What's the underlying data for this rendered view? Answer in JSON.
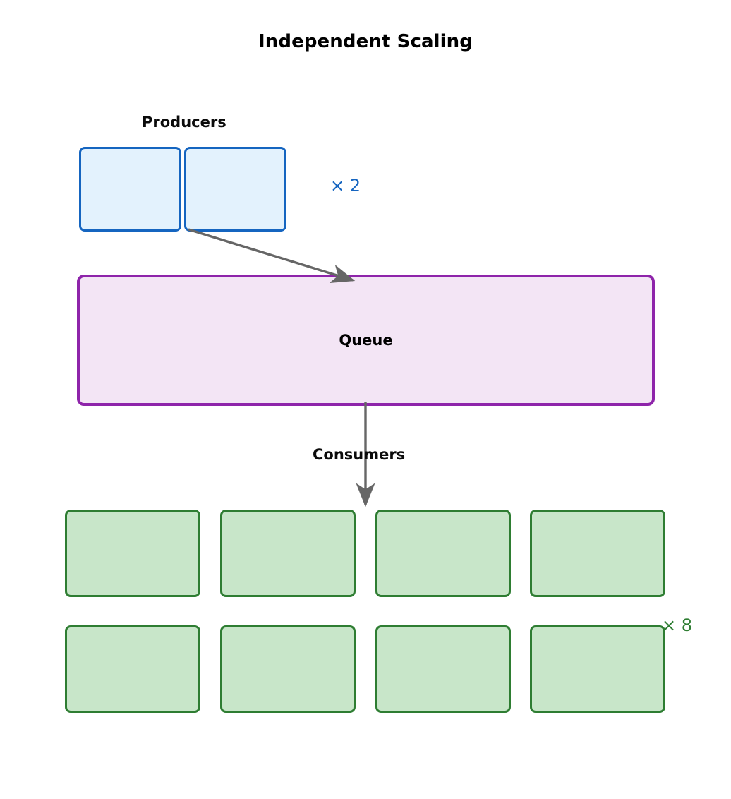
{
  "diagram": {
    "title": "Independent Scaling",
    "type": "architecture-flow",
    "background_color": "#ffffff"
  },
  "producers": {
    "label": "Producers",
    "multiplier": "× 2",
    "count": 2,
    "border_color": "#1565c0",
    "fill_color": "#e3f2fd",
    "boxes": [
      {
        "id": "producer-1",
        "label": ""
      },
      {
        "id": "producer-2",
        "label": ""
      }
    ]
  },
  "queue": {
    "label": "Queue",
    "border_color": "#8e24aa",
    "fill_color": "#f3e5f5"
  },
  "consumers": {
    "label": "Consumers",
    "multiplier": "× 8",
    "count": 8,
    "border_color": "#2e7d32",
    "fill_color": "#c8e6c9",
    "rows": [
      [
        {
          "id": "consumer-1",
          "label": ""
        },
        {
          "id": "consumer-2",
          "label": ""
        },
        {
          "id": "consumer-3",
          "label": ""
        },
        {
          "id": "consumer-4",
          "label": ""
        }
      ],
      [
        {
          "id": "consumer-5",
          "label": ""
        },
        {
          "id": "consumer-6",
          "label": ""
        },
        {
          "id": "consumer-7",
          "label": ""
        },
        {
          "id": "consumer-8",
          "label": ""
        }
      ]
    ]
  },
  "arrows": {
    "color": "#666666",
    "producer_to_queue": {
      "from": "producers",
      "to": "queue"
    },
    "queue_to_consumers": {
      "from": "queue",
      "to": "consumers"
    }
  }
}
